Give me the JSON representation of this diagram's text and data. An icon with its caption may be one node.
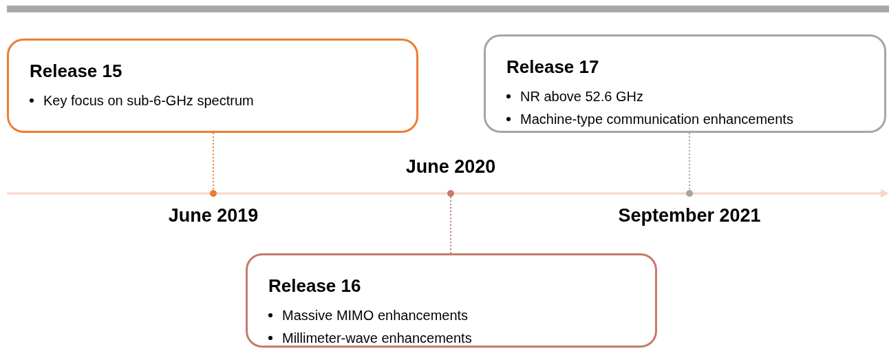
{
  "diagram": {
    "nodes": [
      {
        "text": [
          "Release 15",
          "Key focus on sub-6-GHz spectrum"
        ]
      },
      {
        "text": [],
        "shape": "circle",
        "beside": [
          "June 2019"
        ]
      },
      {
        "text": [
          "Release 17",
          "NR above 52.6 GHz",
          "Machine-type communication enhancements"
        ]
      },
      {
        "text": [],
        "shape": "circle",
        "beside": [
          "September 2021"
        ]
      },
      {
        "text": [],
        "shape": "circle",
        "beside": [
          "June 2020"
        ]
      },
      {
        "text": [
          "Release 16",
          "Massive MIMO enhancements",
          "Millimeter-wave enhancements"
        ]
      }
    ],
    "edges": [
      {
        "from": 0,
        "to": 1,
        "arrow": "none",
        "style": "dashed",
        "color": "#ed7d31"
      },
      {
        "from": 2,
        "to": 3,
        "arrow": "none",
        "style": "dashed",
        "color": "#a5a5a5"
      },
      {
        "from": 4,
        "to": 5,
        "arrow": "none",
        "style": "dashed",
        "color": "#c47b6c"
      }
    ]
  }
}
